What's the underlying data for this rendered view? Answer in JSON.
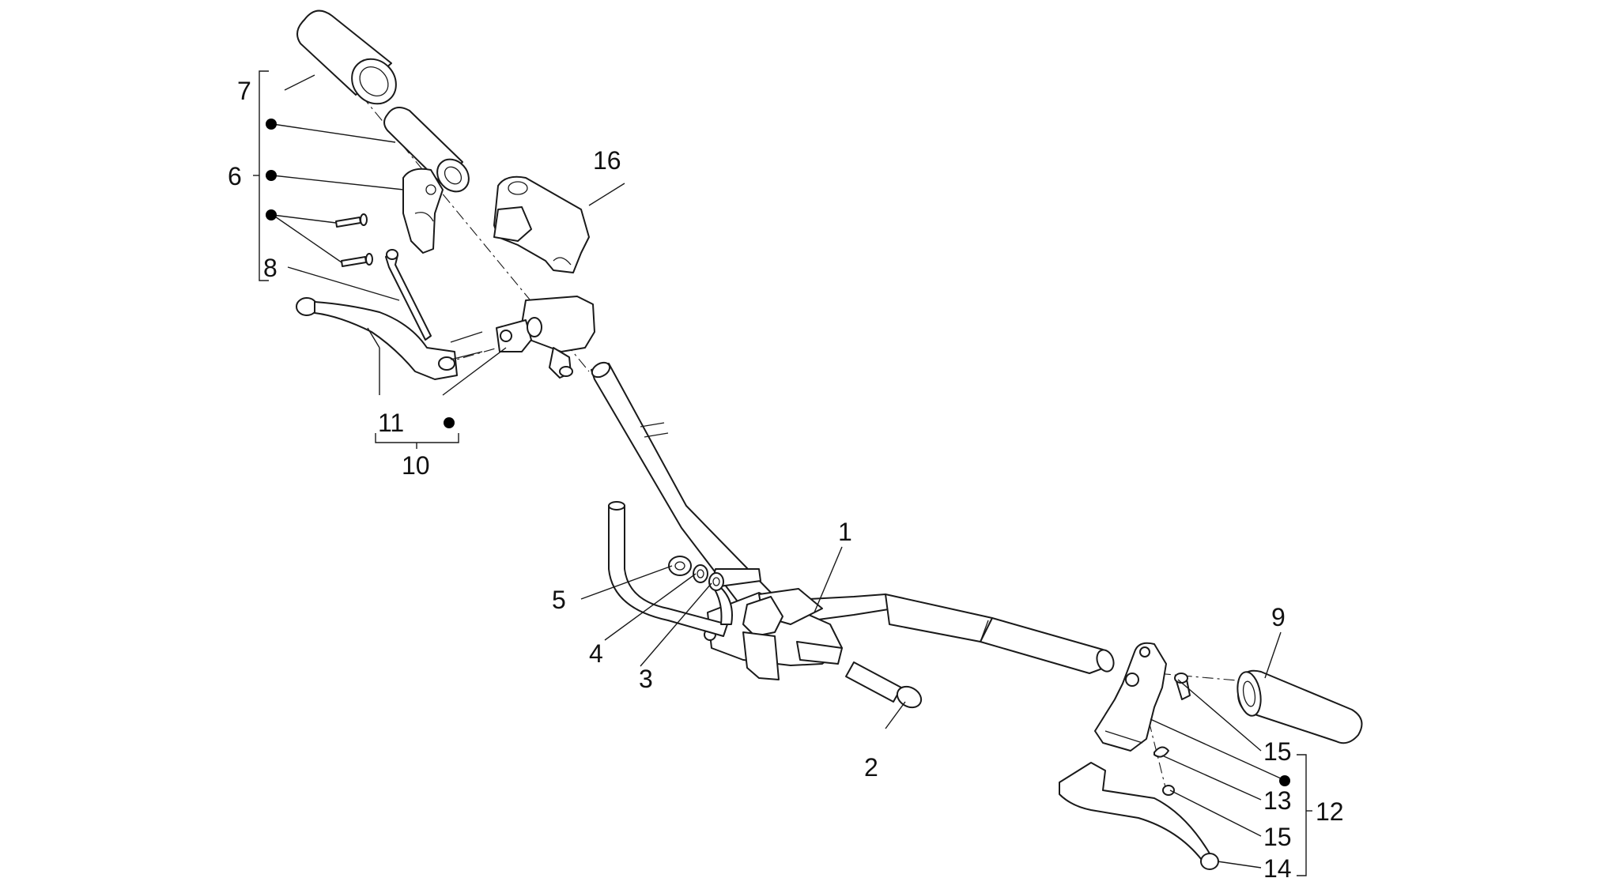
{
  "callouts": {
    "c1": "1",
    "c2": "2",
    "c3": "3",
    "c4": "4",
    "c5": "5",
    "c6": "6",
    "c7": "7",
    "c8": "8",
    "c9": "9",
    "c10": "10",
    "c11": "11",
    "c12": "12",
    "c13": "13",
    "c14": "14",
    "c15a": "15",
    "c15b": "15",
    "c16": "16"
  },
  "colors": {
    "line": "#1a1a1a",
    "background": "#ffffff"
  }
}
